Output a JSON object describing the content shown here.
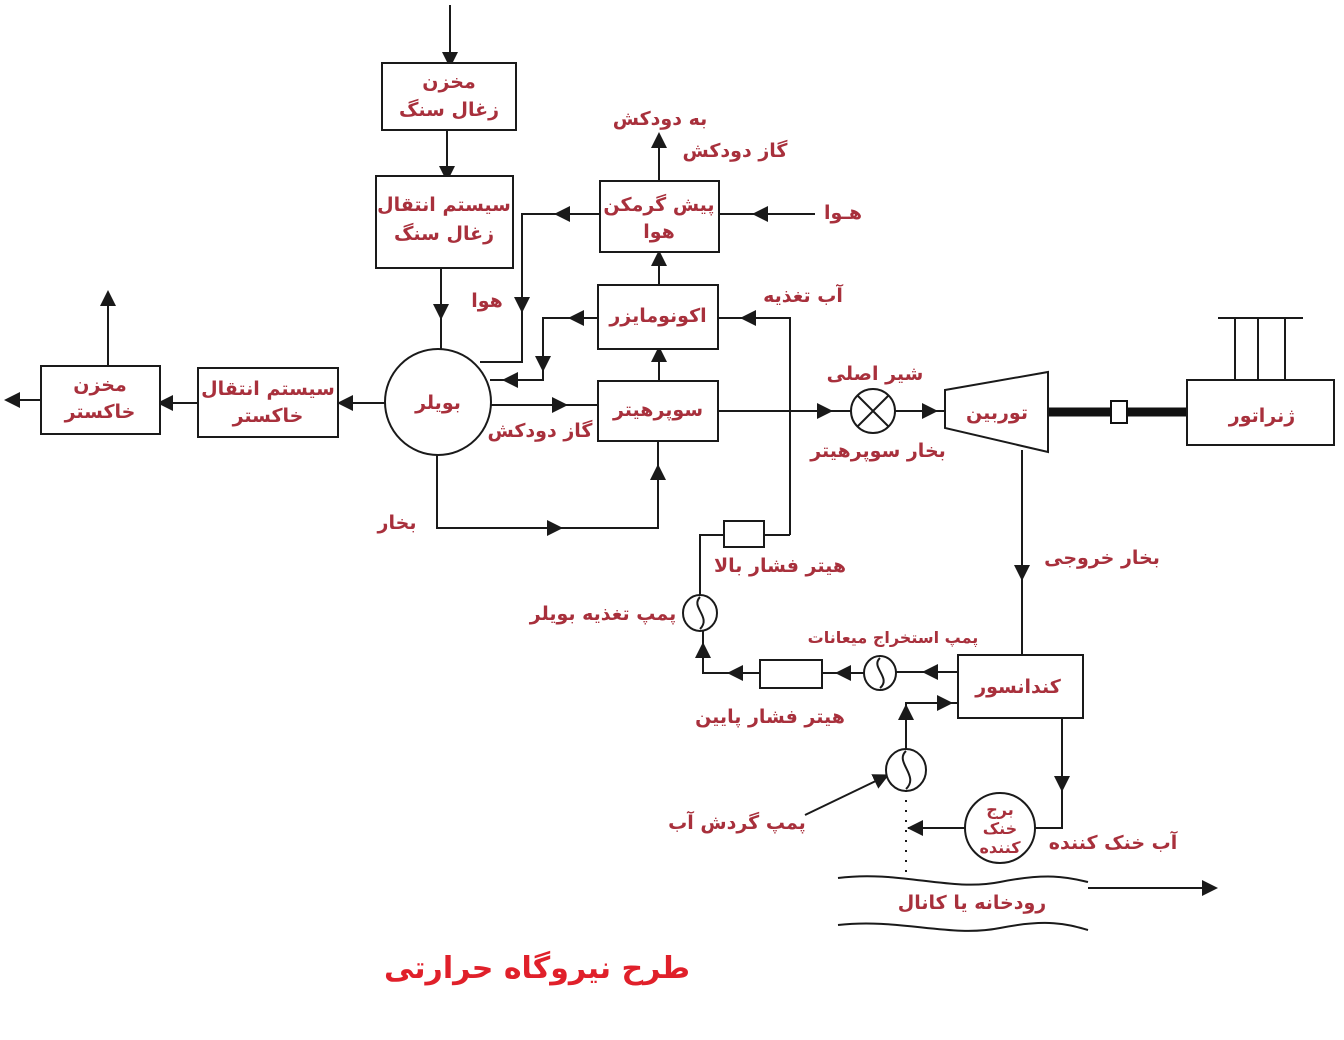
{
  "title": "طرح نیروگاه حرارتی",
  "blocks": {
    "coal_storage": [
      "مخزن",
      "زغال سنگ"
    ],
    "coal_conveyor": [
      "سیستم انتقال",
      "زغال سنگ"
    ],
    "boiler": "بویلر",
    "air_preheater": [
      "پیش گرمکن",
      "هوا"
    ],
    "economizer": "اکونومایزر",
    "superheater": "سوپرهیتر",
    "ash_conveyor": [
      "سیستم انتقال",
      "خاکستر"
    ],
    "ash_storage": [
      "مخزن",
      "خاکستر"
    ],
    "turbine": "توربین",
    "generator": "ژنراتور",
    "condenser": "کندانسور",
    "cooling_tower": [
      "برج",
      "خنک",
      "کننده"
    ]
  },
  "labels": {
    "to_chimney": "به دودکش",
    "flue_gas_top": "گاز دودکش",
    "air_in": "هـوا",
    "air_to_boiler": "هوا",
    "feed_water": "آب تغذیه",
    "flue_gas_boiler": "گاز دودکش",
    "steam": "بخار",
    "main_valve": "شیر اصلی",
    "superheated_steam": "بخار سوپرهیتر",
    "exhaust_steam": "بخار خروجی",
    "hp_heater": "هیتر فشار بالا",
    "boiler_feed_pump": "پمپ تغذیه بویلر",
    "condensate_pump": "پمپ استخراج میعانات",
    "lp_heater": "هیتر فشار پایین",
    "circulation_pump": "پمپ گردش آب",
    "cooling_water": "آب خنک کننده",
    "river": "رودخانه یا کانال"
  }
}
